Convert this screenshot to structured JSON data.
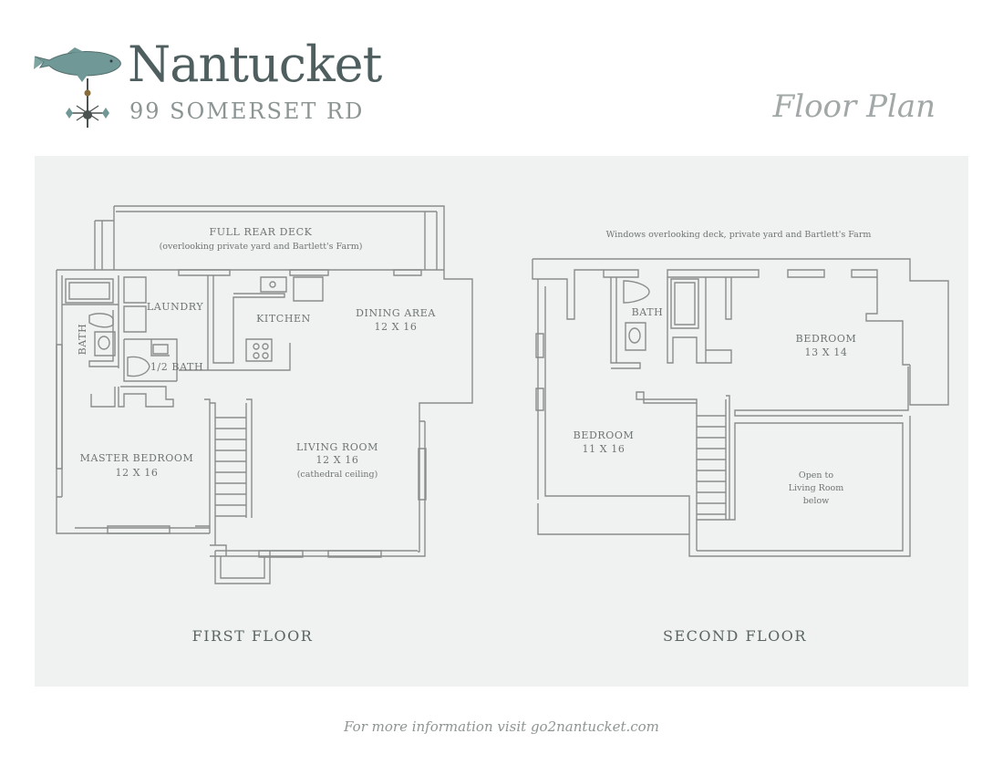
{
  "header": {
    "brand": "Nantucket",
    "address": "99 SOMERSET RD",
    "doc_title": "Floor Plan",
    "logo_icon": "fish-weathervane-icon"
  },
  "first_floor": {
    "label": "FIRST FLOOR",
    "rooms": {
      "deck_name": "FULL REAR DECK",
      "deck_note": "(overlooking private yard and Bartlett's Farm)",
      "laundry": "LAUNDRY",
      "kitchen": "KITCHEN",
      "dining_name": "DINING AREA",
      "dining_dim": "12 X 16",
      "bath": "BATH",
      "half_bath": "1/2 BATH",
      "master_name": "MASTER BEDROOM",
      "master_dim": "12 X 16",
      "living_name": "LIVING ROOM",
      "living_dim": "12 X 16",
      "living_note": "(cathedral ceiling)"
    }
  },
  "second_floor": {
    "label": "SECOND FLOOR",
    "windows_note": "Windows overlooking deck, private yard and Bartlett's Farm",
    "rooms": {
      "bath": "BATH",
      "bedroom_a_name": "BEDROOM",
      "bedroom_a_dim": "13 X 14",
      "bedroom_b_name": "BEDROOM",
      "bedroom_b_dim": "11 X 16",
      "open_line1": "Open to",
      "open_line2": "Living Room",
      "open_line3": "below"
    }
  },
  "footer": {
    "text": "For more information visit go2nantucket.com"
  }
}
